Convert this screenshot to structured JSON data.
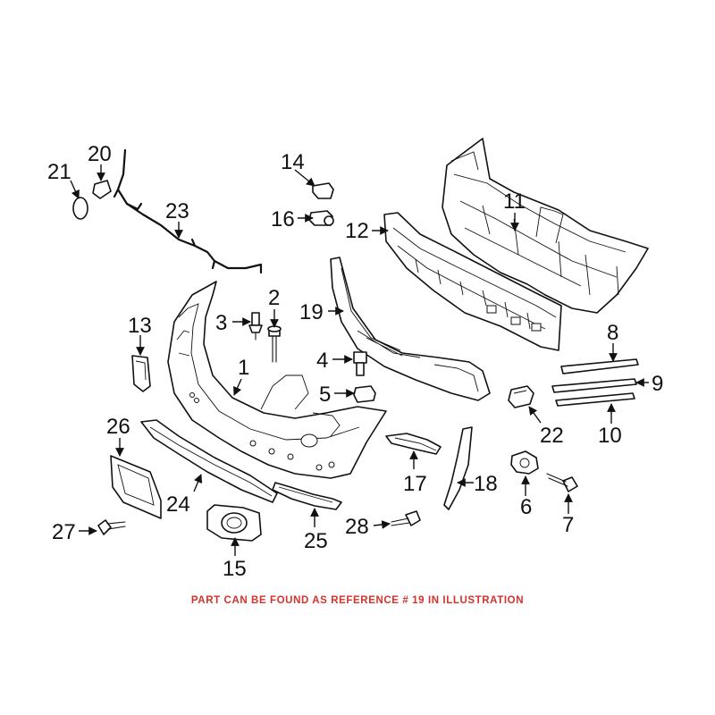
{
  "note": {
    "text": "PART CAN BE FOUND AS REFERENCE # 19 IN ILLUSTRATION",
    "color": "#d6312b"
  },
  "callouts": {
    "c1": "1",
    "c2": "2",
    "c3": "3",
    "c4": "4",
    "c5": "5",
    "c6": "6",
    "c7": "7",
    "c8": "8",
    "c9": "9",
    "c10": "10",
    "c11": "11",
    "c12": "12",
    "c13": "13",
    "c14": "14",
    "c15": "15",
    "c16": "16",
    "c17": "17",
    "c18": "18",
    "c19": "19",
    "c20": "20",
    "c21": "21",
    "c22": "22",
    "c23": "23",
    "c24": "24",
    "c25": "25",
    "c26": "26",
    "c27": "27",
    "c28": "28"
  },
  "colors": {
    "line": "#111111",
    "background": "#ffffff"
  }
}
